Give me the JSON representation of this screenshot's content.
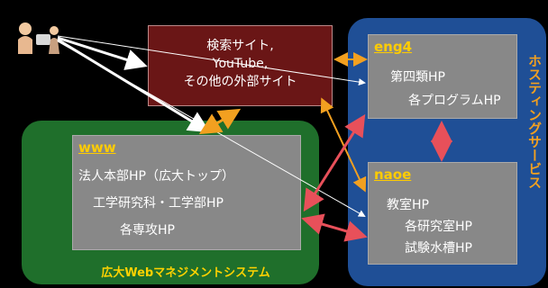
{
  "external": {
    "line1": "検索サイト,",
    "line2": "YouTube,",
    "line3": "その他の外部サイト"
  },
  "www": {
    "title": "www",
    "lines": [
      "法人本部HP（広大トップ）",
      "工学研究科・工学部HP",
      "各専攻HP"
    ]
  },
  "green_label": "広大Webマネジメントシステム",
  "eng4": {
    "title": "eng4",
    "lines": [
      "第四類HP",
      "各プログラムHP"
    ]
  },
  "naoe": {
    "title": "naoe",
    "lines": [
      "教室HP",
      "各研究室HP",
      "試験水槽HP"
    ]
  },
  "blue_label": "ホスティングサービス",
  "colors": {
    "green_panel": "#1f6f2b",
    "blue_panel": "#1f4f96",
    "external_box": "#6a1616",
    "gray_box": "#888888",
    "orange_arrow": "#f2a020",
    "red_arrow": "#e8505a",
    "white_arrow": "#ffffff"
  },
  "icons": [
    "user-icon"
  ]
}
